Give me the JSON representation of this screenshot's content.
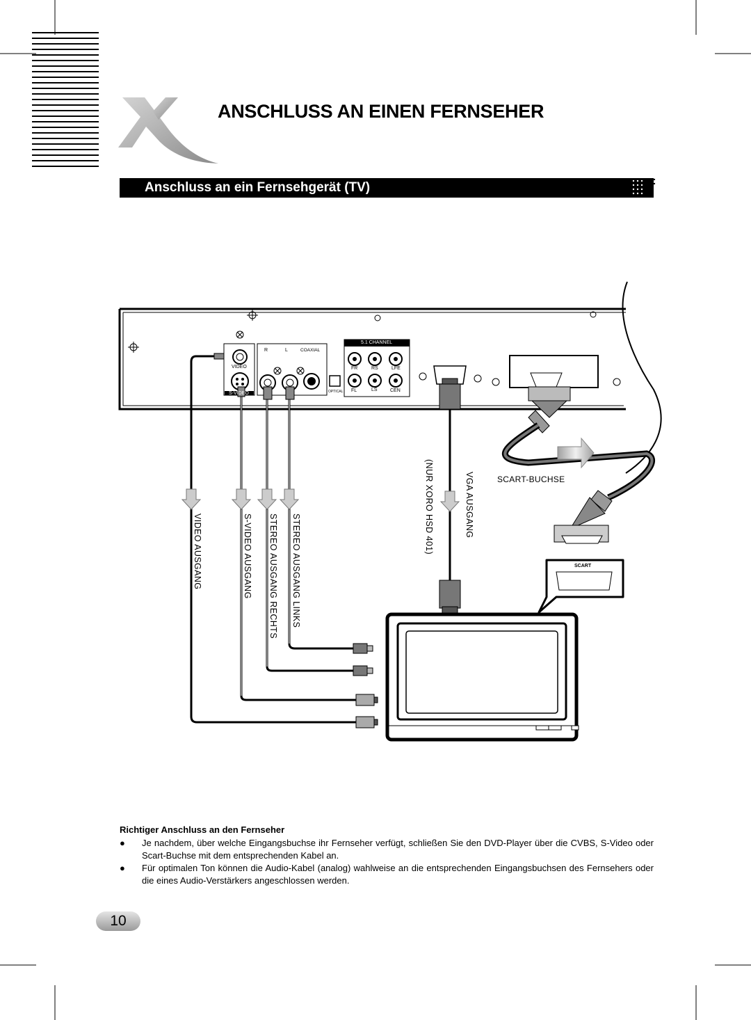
{
  "header": {
    "title": "ANSCHLUSS AN EINEN FERNSEHER",
    "section_title": "Anschluss an ein Fernsehgerät (TV)"
  },
  "panel": {
    "video": "VIDEO",
    "svideo": "S-VIDEO",
    "r": "R",
    "l": "L",
    "coaxial": "COAXIAL",
    "optical": "OPTICAL",
    "channel": "5.1 CHANNEL",
    "fr": "FR",
    "rs": "RS",
    "lfe": "LFE",
    "fl": "FL",
    "ls": "LS",
    "cen": "CEN"
  },
  "labels": {
    "video_out": "VIDEO AUSGANG",
    "svideo_out": "S-VIDEO AUSGANG",
    "stereo_right": "STEREO AUSGANG RECHTS",
    "stereo_left": "STEREO AUSGANG LINKS",
    "vga_out": "VGA AUSGANG",
    "vga_note": "(NUR XORO HSD 401)",
    "scart_socket": "SCART-BUCHSE",
    "scart": "SCART"
  },
  "body": {
    "subheading": "Richtiger Anschluss an den Fernseher",
    "bullets": [
      "Je nachdem, über welche Eingangsbuchse ihr Fernseher verfügt, schließen Sie den DVD-Player über die CVBS, S-Video oder Scart-Buchse mit dem entsprechenden Kabel an.",
      "Für optimalen Ton können die Audio-Kabel (analog) wahlweise an die entsprechenden Eingangsbuchsen des Fernsehers oder die eines Audio-Verstärkers angeschlossen werden."
    ],
    "bullet_symbol": "●"
  },
  "page_number": "10"
}
